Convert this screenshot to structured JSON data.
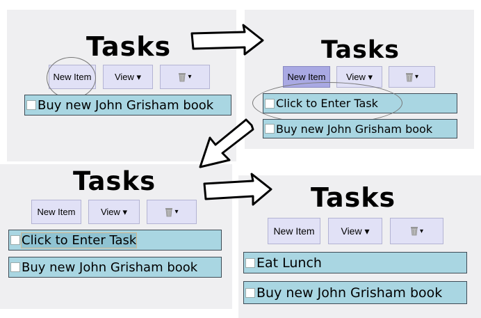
{
  "panels": [
    {
      "title": "Tasks",
      "buttons": {
        "new_item": "New Item",
        "view": "View ▾",
        "trash_caret": "▾"
      },
      "rows": [
        "Buy new John Grisham book"
      ]
    },
    {
      "title": "Tasks",
      "buttons": {
        "new_item": "New Item",
        "view": "View ▾",
        "trash_caret": "▾"
      },
      "rows": [
        "Click to Enter Task",
        "Buy new John Grisham book"
      ]
    },
    {
      "title": "Tasks",
      "buttons": {
        "new_item": "New Item",
        "view": "View ▾",
        "trash_caret": "▾"
      },
      "rows": [
        "Click to Enter Task",
        "Buy new John Grisham book"
      ]
    },
    {
      "title": "Tasks",
      "buttons": {
        "new_item": "New Item",
        "view": "View ▾",
        "trash_caret": "▾"
      },
      "rows": [
        "Eat Lunch",
        "Buy new John Grisham book"
      ]
    }
  ],
  "colors": {
    "button_bg": "#e1e1f6",
    "button_pressed": "#a9a9e3",
    "row_bg": "#a9d6e2",
    "panel_bg": "#efeff1"
  },
  "icons": [
    "trash-icon",
    "arrow-right-icon",
    "arrow-down-left-icon",
    "highlight-circle"
  ]
}
